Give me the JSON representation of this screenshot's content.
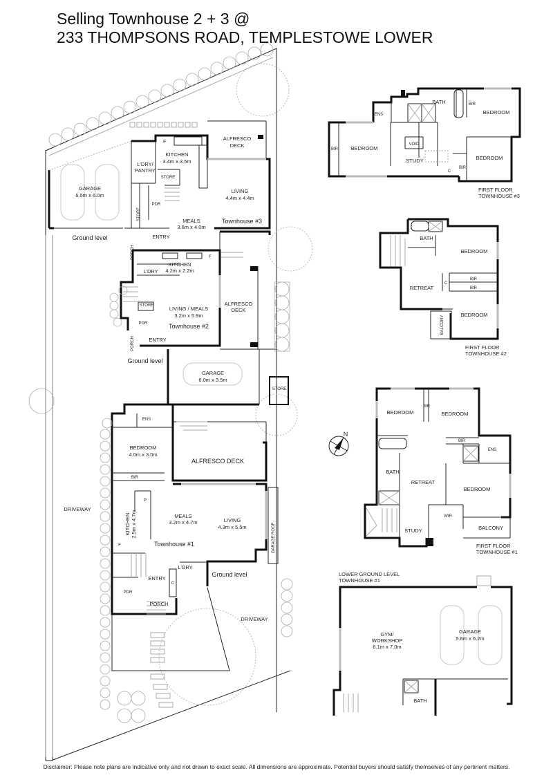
{
  "header": {
    "title_line1": "Selling Townhouse 2 + 3 @",
    "title_line2": "233 THOMPSONS ROAD, TEMPLESTOWE LOWER"
  },
  "site_plan": {
    "townhouse3": {
      "label": "Townhouse #3",
      "garage": {
        "name": "GARAGE",
        "size": "5.5m x 6.0m"
      },
      "kitchen": {
        "name": "KITCHEN",
        "size": "3.4m x 3.5m"
      },
      "alfresco": {
        "name1": "ALFRESCO",
        "name2": "DECK"
      },
      "laundry_pantry": {
        "name1": "L'DRY/",
        "name2": "PANTRY"
      },
      "store1": "STORE",
      "store2": "STORE",
      "pdr": "PDR",
      "living": {
        "name": "LIVING",
        "size": "4.4m x 4.4m"
      },
      "meals": {
        "name": "MEALS",
        "size": "3.6m x 4.0m"
      },
      "entry": "ENTRY",
      "porch": "PORCH",
      "fridge": "F",
      "ground_level": "Ground level"
    },
    "townhouse2": {
      "label": "Townhouse #2",
      "kitchen": {
        "name": "KITCHEN",
        "size": "4.2m x 2.2m"
      },
      "laundry": "L'DRY",
      "store": "STORE",
      "pdr": "PDR",
      "living_meals": {
        "name": "LIVING / MEALS",
        "size": "3.2m x 5.9m"
      },
      "alfresco": {
        "name1": "ALFRESCO",
        "name2": "DECK"
      },
      "entry": "ENTRY",
      "porch": "PORCH",
      "fridge": "F",
      "ground_level": "Ground level",
      "garage": {
        "name": "GARAGE",
        "size": "6.0m x 3.5m"
      },
      "garage_store": "STORE"
    },
    "townhouse1": {
      "label": "Townhouse #1",
      "ens": "ENS",
      "bedroom": {
        "name": "BEDROOM",
        "size": "4.0m x 3.0m"
      },
      "bir": "BIR",
      "alfresco": "ALFRESCO DECK",
      "pantry": "P",
      "kitchen": {
        "name": "KITCHEN",
        "size": "2.5m x 4.7m"
      },
      "meals": {
        "name": "MEALS",
        "size": "3.2m x 4.7m"
      },
      "living": {
        "name": "LIVING",
        "size": "4.3m x 5.5m"
      },
      "garage_roof": "GARAGE ROOF",
      "fridge": "F",
      "laundry": "L'DRY",
      "entry": "ENTRY",
      "cupboard": "C",
      "pdr": "PDR",
      "porch": "PORCH",
      "ground_level": "Ground level"
    },
    "driveway_left": "DRIVEWAY",
    "driveway_right": "DRIVEWAY"
  },
  "first_floor_th3": {
    "caption1": "FIRST FLOOR",
    "caption2": "TOWNHOUSE #3",
    "ens": "ENS",
    "bath": "BATH",
    "bir1": "BIR",
    "bedroom1": "BEDROOM",
    "bir2": "BIR",
    "bedroom2": "BEDROOM",
    "void": "VOID",
    "study": "STUDY",
    "bedroom3": "BEDROOM",
    "bir3": "BIR",
    "cupboard": "C"
  },
  "first_floor_th2": {
    "caption1": "FIRST FLOOR",
    "caption2": "TOWNHOUSE #2",
    "bath": "BATH",
    "bedroom1": "BEDROOM",
    "retreat": "RETREAT",
    "cupboard": "C",
    "bir1": "BIR",
    "bir2": "BIR",
    "bedroom2": "BEDROOM",
    "balcony": "BALCONY"
  },
  "first_floor_th1": {
    "caption1": "FIRST FLOOR",
    "caption2": "TOWNHOUSE #1",
    "bedroom1": "BEDROOM",
    "bir1": "BIR",
    "bedroom2": "BEDROOM",
    "bir2": "BIR",
    "ens": "ENS",
    "bath": "BATH",
    "retreat": "RETREAT",
    "bedroom3": "BEDROOM",
    "wir": "WIR",
    "study": "STUDY",
    "balcony": "BALCONY"
  },
  "lower_ground_th1": {
    "caption1": "LOWER GROUND LEVEL",
    "caption2": "TOWNHOUSE #1",
    "gym": {
      "name1": "GYM/",
      "name2": "WORKSHOP",
      "size": "6.1m x 7.0m"
    },
    "garage": {
      "name": "GARAGE",
      "size": "5.6m x 6.2m"
    },
    "bath": "BATH"
  },
  "compass": {
    "north_label": "N"
  },
  "footer": {
    "disclaimer": "Disclaimer: Please note plans are indicative only and not drawn to exact scale. All dimensions are approximate. Potential buyers should satisfy themselves of any pertinent matters."
  }
}
